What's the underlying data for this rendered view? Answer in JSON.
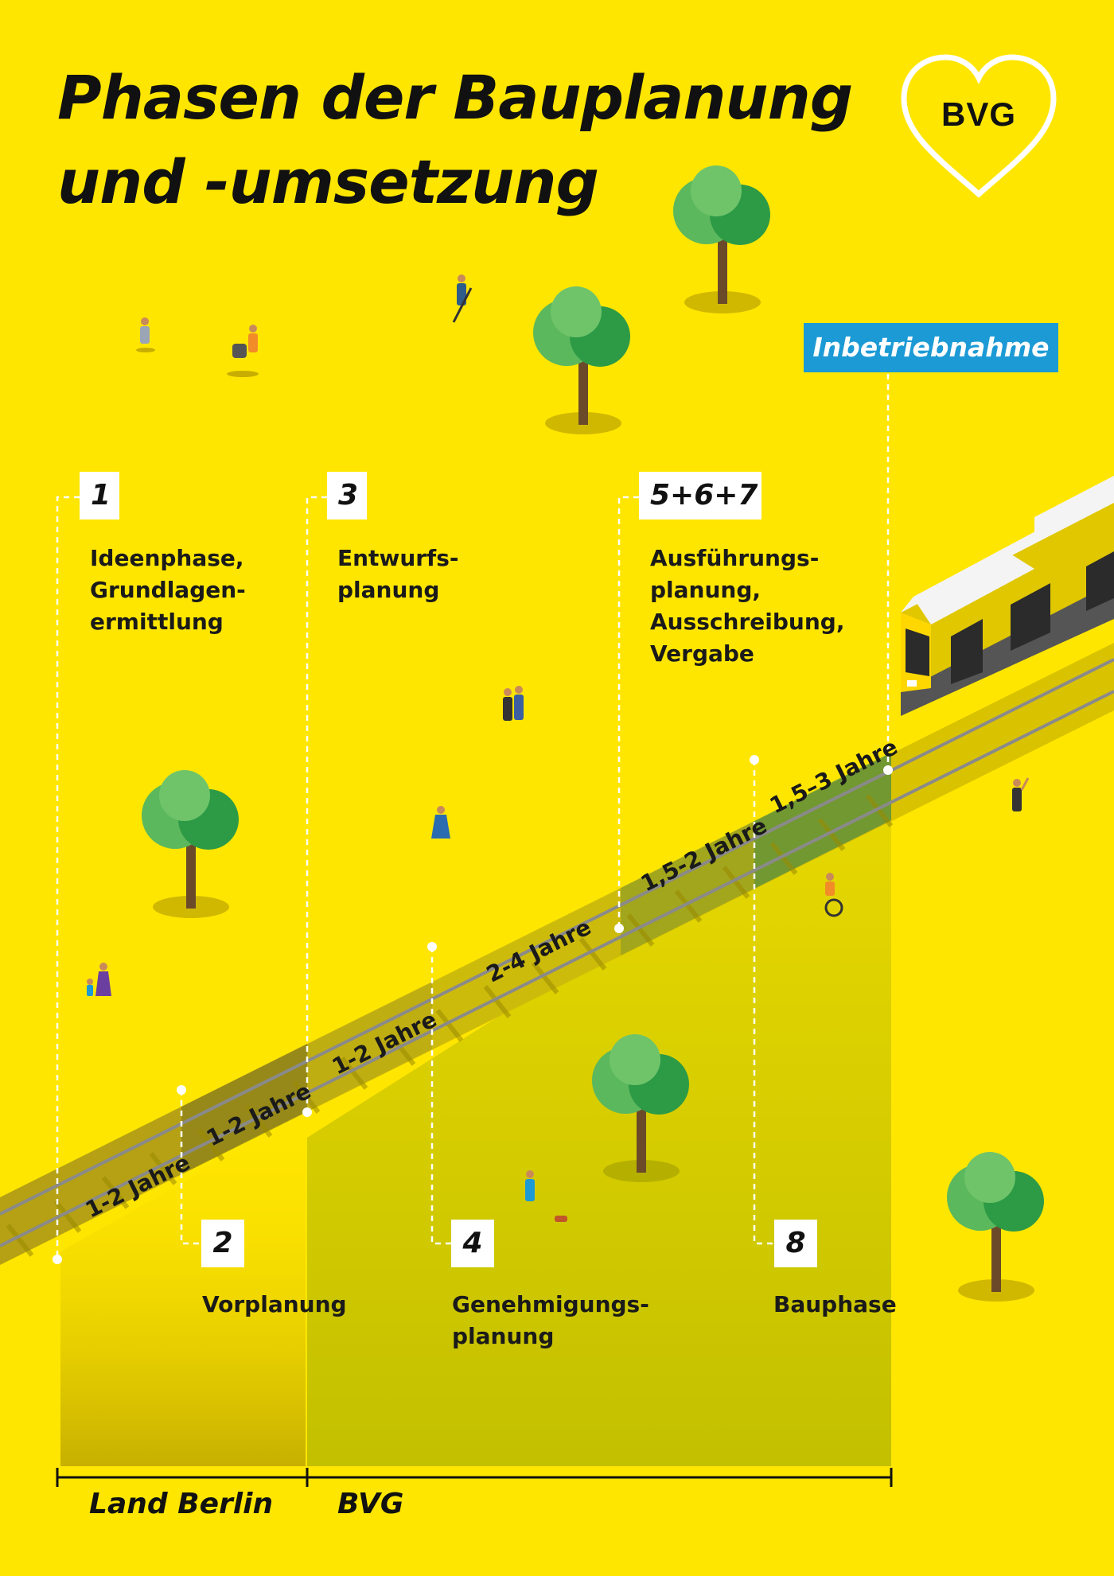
{
  "title": {
    "line1": "Phasen der Bauplanung",
    "line2": "und -umsetzung"
  },
  "logo": {
    "text": "BVG"
  },
  "milestone": {
    "label": "Inbetriebnahme"
  },
  "phases_top": [
    {
      "number": "1",
      "lines": [
        "Ideenphase,",
        "Grundlagen-",
        "ermittlung"
      ]
    },
    {
      "number": "3",
      "lines": [
        "Entwurfs-",
        "planung"
      ]
    },
    {
      "number": "5+6+7",
      "lines": [
        "Ausführungs-",
        "planung,",
        "Ausschreibung,",
        "Vergabe"
      ]
    }
  ],
  "phases_bottom": [
    {
      "number": "2",
      "lines": [
        "Vorplanung"
      ]
    },
    {
      "number": "4",
      "lines": [
        "Genehmigungs-",
        "planung"
      ]
    },
    {
      "number": "8",
      "lines": [
        "Bauphase"
      ]
    }
  ],
  "durations": [
    "1-2 Jahre",
    "1-2 Jahre",
    "1-2 Jahre",
    "2-4 Jahre",
    "1,5-2 Jahre",
    "1,5–3 Jahre"
  ],
  "responsibility": {
    "left": "Land Berlin",
    "right": "BVG"
  },
  "colors": {
    "background": "#ffe600",
    "milestone": "#1c9ad6",
    "tree": "#5cb85c",
    "train": "#f4f4f4"
  }
}
